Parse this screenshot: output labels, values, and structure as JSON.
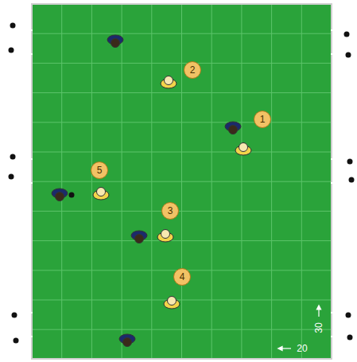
{
  "diagram": {
    "labels": [
      "2",
      "1",
      "5",
      "3",
      "4",
      "30",
      "20"
    ]
  }
}
